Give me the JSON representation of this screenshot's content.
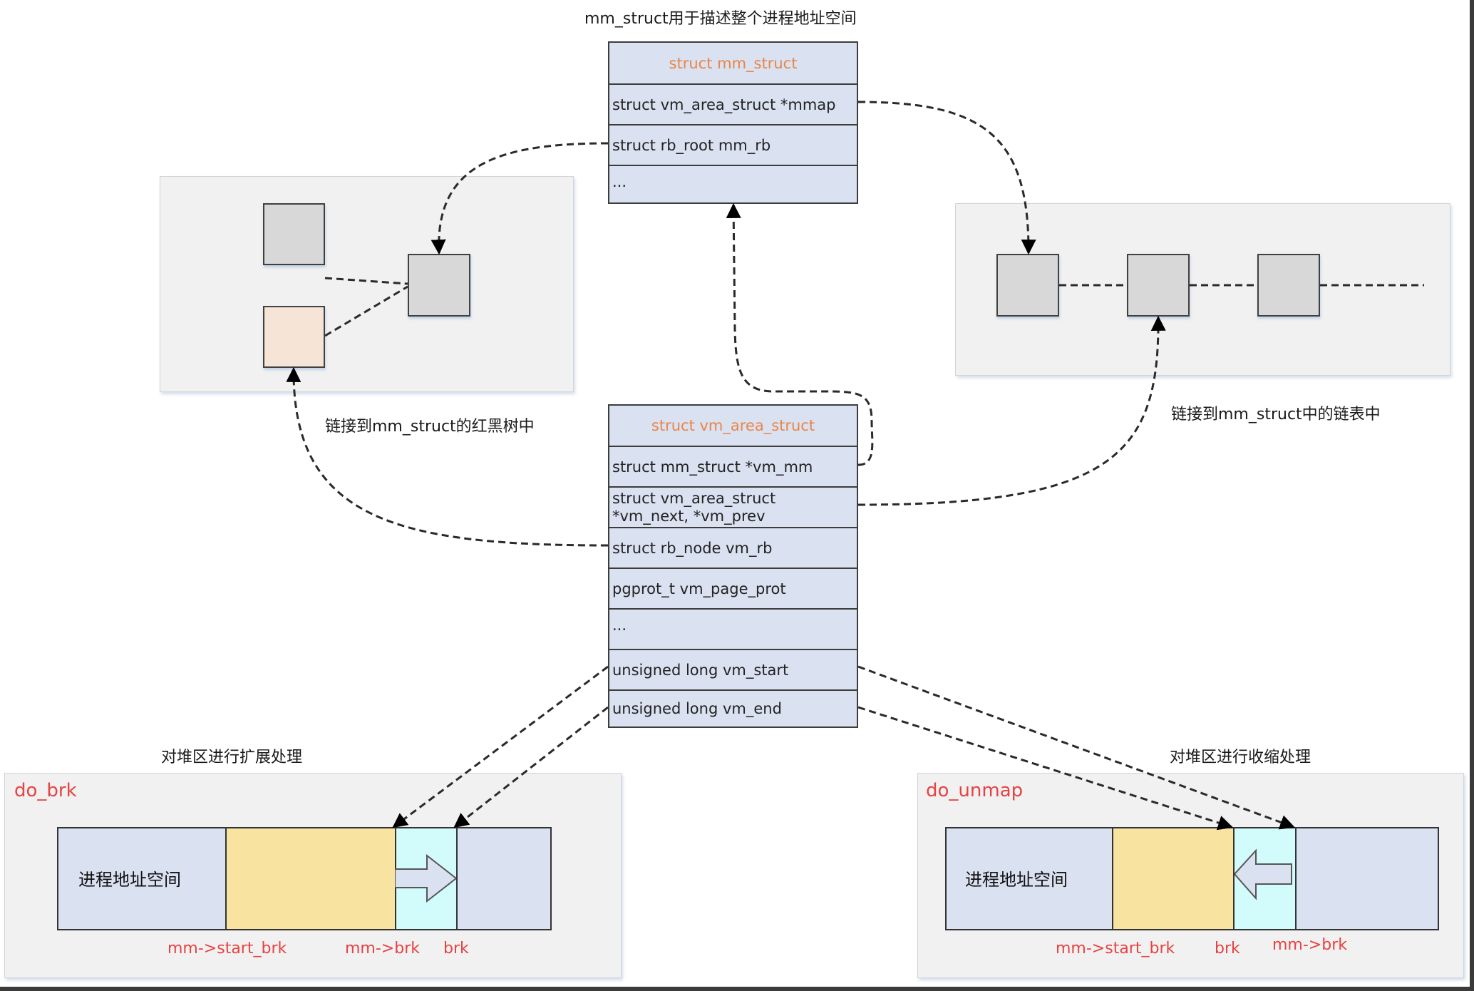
{
  "captions": {
    "mm_struct_desc": "mm_struct用于描述整个进程地址空间",
    "rbtree_link": "链接到mm_struct的红黑树中",
    "list_link": "链接到mm_struct中的链表中",
    "expand_heap": "对堆区进行扩展处理",
    "shrink_heap": "对堆区进行收缩处理"
  },
  "mm_struct": {
    "title": "struct mm_struct",
    "fields": [
      "struct vm_area_struct *mmap",
      "struct rb_root mm_rb",
      "..."
    ]
  },
  "vm_area_struct": {
    "title": "struct vm_area_struct",
    "fields": [
      {
        "line1": "struct mm_struct *vm_mm"
      },
      {
        "line1": "struct vm_area_struct",
        "line2": "*vm_next, *vm_prev"
      },
      {
        "line1": "struct rb_node vm_rb"
      },
      {
        "line1": "pgprot_t vm_page_prot"
      },
      {
        "line1": "..."
      },
      {
        "line1": "unsigned long vm_start"
      },
      {
        "line1": "unsigned long vm_end"
      }
    ]
  },
  "do_brk": {
    "name": "do_brk",
    "segment_label": "进程地址空间",
    "pointer_labels": [
      "mm->start_brk",
      "mm->brk",
      "brk"
    ],
    "arrow_direction": "right"
  },
  "do_unmap": {
    "name": "do_unmap",
    "segment_label": "进程地址空间",
    "pointer_labels": [
      "mm->start_brk",
      "brk",
      "mm->brk"
    ],
    "arrow_direction": "left"
  },
  "colors": {
    "struct_fill": "#dae1f0",
    "struct_title": "#e8864a",
    "panel_fill": "#f1f1f1",
    "node_fill": "#d8d8d8",
    "node_highlight": "#f6e4d6",
    "heap_fill": "#f8e3a0",
    "delta_fill": "#d2fbfb",
    "function_label": "#e84242"
  }
}
